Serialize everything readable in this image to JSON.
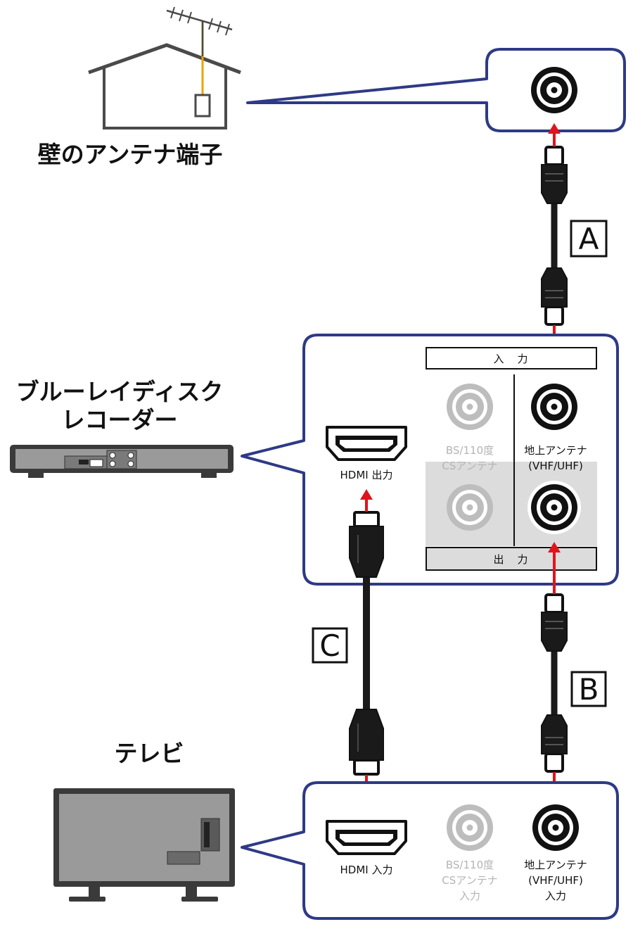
{
  "wall_label": "壁のアンテナ端子",
  "recorder_label": [
    "ブルーレイディスク",
    "レコーダー"
  ],
  "tv_label": "テレビ",
  "cables": {
    "a": "A",
    "b": "B",
    "c": "C"
  },
  "recorder_panel": {
    "input_header": "入　力",
    "output_header": "出　力",
    "hdmi_label": "HDMI 出力",
    "bs_label": [
      "BS/110度",
      "CSアンテナ"
    ],
    "terrestrial_label": [
      "地上アンテナ",
      "(VHF/UHF)"
    ]
  },
  "tv_panel": {
    "hdmi_label": "HDMI 入力",
    "bs_label": [
      "BS/110度",
      "CSアンテナ",
      "入力"
    ],
    "terrestrial_label": [
      "地上アンテナ",
      "(VHF/UHF)",
      "入力"
    ]
  },
  "colors": {
    "callout_border": "#2e3a85",
    "arrow": "#e0141c",
    "antenna_wire": "#f0a000",
    "cable": "#1a1a1a"
  }
}
